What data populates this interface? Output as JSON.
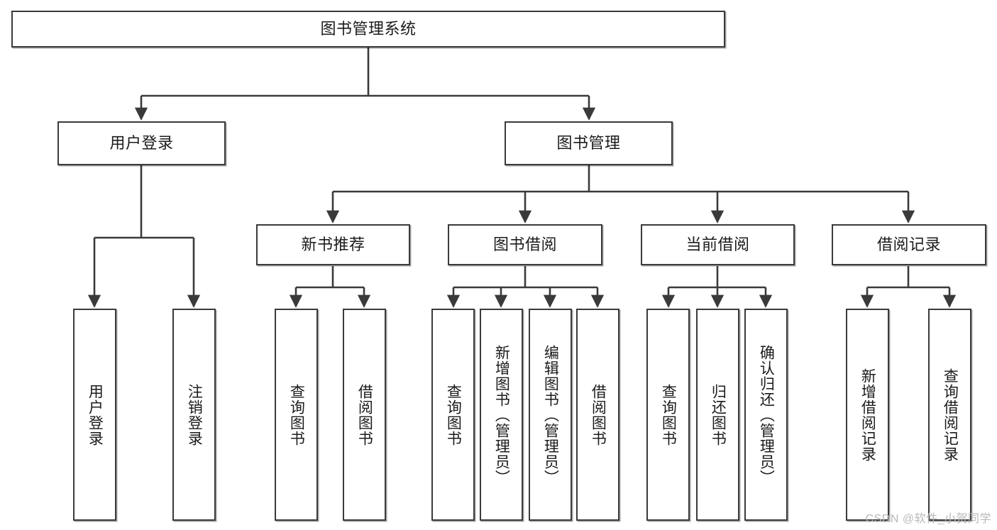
{
  "diagram": {
    "type": "hierarchy-tree",
    "title": "图书管理系统",
    "root": {
      "id": "root",
      "label": "图书管理系统",
      "orientation": "horizontal"
    },
    "level2": [
      {
        "id": "user-login",
        "label": "用户登录",
        "orientation": "horizontal"
      },
      {
        "id": "book-management",
        "label": "图书管理",
        "orientation": "horizontal"
      }
    ],
    "level3": [
      {
        "id": "new-book-recommend",
        "label": "新书推荐",
        "orientation": "horizontal",
        "parent": "book-management"
      },
      {
        "id": "book-borrow",
        "label": "图书借阅",
        "orientation": "horizontal",
        "parent": "book-management"
      },
      {
        "id": "current-borrow",
        "label": "当前借阅",
        "orientation": "horizontal",
        "parent": "book-management"
      },
      {
        "id": "borrow-record",
        "label": "借阅记录",
        "orientation": "horizontal",
        "parent": "book-management"
      }
    ],
    "leaves": [
      {
        "id": "leaf-user-login",
        "label": "用户登录",
        "orientation": "vertical",
        "parent": "user-login"
      },
      {
        "id": "leaf-logout-login",
        "label": "注销登录",
        "orientation": "vertical",
        "parent": "user-login"
      },
      {
        "id": "leaf-query-book-1",
        "label": "查询图书",
        "orientation": "vertical",
        "parent": "new-book-recommend"
      },
      {
        "id": "leaf-borrow-book-1",
        "label": "借阅图书",
        "orientation": "vertical",
        "parent": "new-book-recommend"
      },
      {
        "id": "leaf-query-book-2",
        "label": "查询图书",
        "orientation": "vertical",
        "parent": "book-borrow"
      },
      {
        "id": "leaf-add-book",
        "label": "新增图书（管理员）",
        "orientation": "vertical",
        "parent": "book-borrow"
      },
      {
        "id": "leaf-edit-book",
        "label": "编辑图书（管理员）",
        "orientation": "vertical",
        "parent": "book-borrow"
      },
      {
        "id": "leaf-borrow-book-2",
        "label": "借阅图书",
        "orientation": "vertical",
        "parent": "book-borrow"
      },
      {
        "id": "leaf-query-book-3",
        "label": "查询图书",
        "orientation": "vertical",
        "parent": "current-borrow"
      },
      {
        "id": "leaf-return-book",
        "label": "归还图书",
        "orientation": "vertical",
        "parent": "current-borrow"
      },
      {
        "id": "leaf-confirm-return",
        "label": "确认归还（管理员）",
        "orientation": "vertical",
        "parent": "current-borrow"
      },
      {
        "id": "leaf-add-record",
        "label": "新增借阅记录",
        "orientation": "vertical",
        "parent": "borrow-record"
      },
      {
        "id": "leaf-query-record",
        "label": "查询借阅记录",
        "orientation": "vertical",
        "parent": "borrow-record"
      }
    ],
    "colors": {
      "box_border": "#3a3a3a",
      "box_fill": "#ffffff",
      "connector": "#3a3a3a",
      "text": "#1b1b1b",
      "watermark": "#b9b9b9",
      "background": "#ffffff"
    }
  },
  "watermark": {
    "text": "CSDN @软件_小贺同学"
  }
}
